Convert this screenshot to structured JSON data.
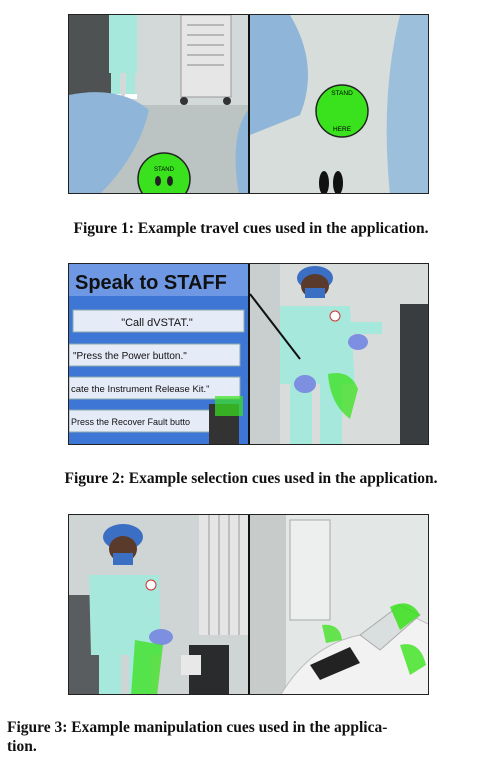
{
  "figures": [
    {
      "caption": "Figure 1: Example travel cues used in the application.",
      "cue_labels": [
        "STAND",
        "STAND",
        "HERE"
      ]
    },
    {
      "caption": "Figure 2: Example selection cues used in the application.",
      "menu": {
        "title": "Speak to STAFF",
        "items": [
          "\"Call dVSTAT.\"",
          "\"Press the Power button.\"",
          "cate the Instrument Release Kit.\"",
          "Press the Recover Fault butto"
        ]
      }
    },
    {
      "caption": "Figure 3: Example manipulation cues used in the application.",
      "caption_line1": "Figure 3: Example manipulation cues used in the applica-",
      "caption_line2": "tion."
    }
  ],
  "colors": {
    "cue_green": "#39e21c",
    "scrub_blue": "#9fe3d8",
    "menu_blue": "#3e76d6",
    "drape_blue": "#8fb6d8"
  }
}
